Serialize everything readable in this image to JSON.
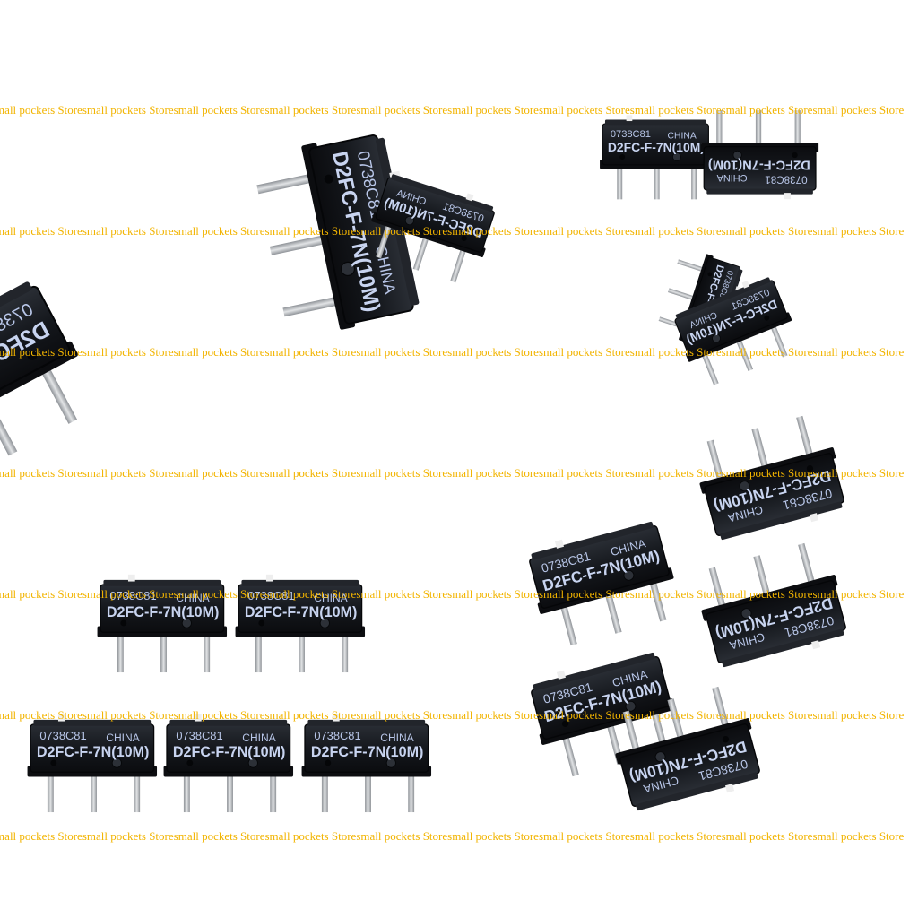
{
  "watermark": {
    "text": "small pockets Store"
  },
  "switch": {
    "code": "0738C81",
    "origin": "CHINA",
    "model": "D2FC-F-7N(10M)"
  },
  "panels": [
    {
      "name": "two-switches-angled",
      "count": 2
    },
    {
      "name": "five-switches-scattered",
      "count": 5
    },
    {
      "name": "five-switches-front-view",
      "count": 5
    },
    {
      "name": "five-switches-diagonal",
      "count": 5
    }
  ],
  "colors": {
    "body": "#15181d",
    "pin": "#b9bcc0",
    "label": "#b8c6e8",
    "plunger": "#eeeeee",
    "watermark": "#f2b400"
  }
}
